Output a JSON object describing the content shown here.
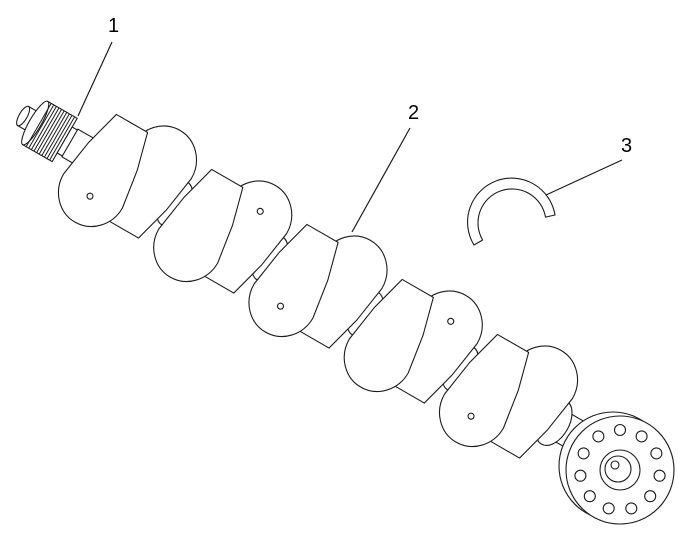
{
  "figure": {
    "kind": "technical-line-drawing",
    "subject": "crankshaft-assembly",
    "background_color": "#ffffff",
    "line_color": "#1c1c1c",
    "callouts": [
      {
        "label": "1",
        "points_to": "front-gear"
      },
      {
        "label": "2",
        "points_to": "crankshaft-body"
      },
      {
        "label": "3",
        "points_to": "thrust-washer-half"
      }
    ]
  }
}
